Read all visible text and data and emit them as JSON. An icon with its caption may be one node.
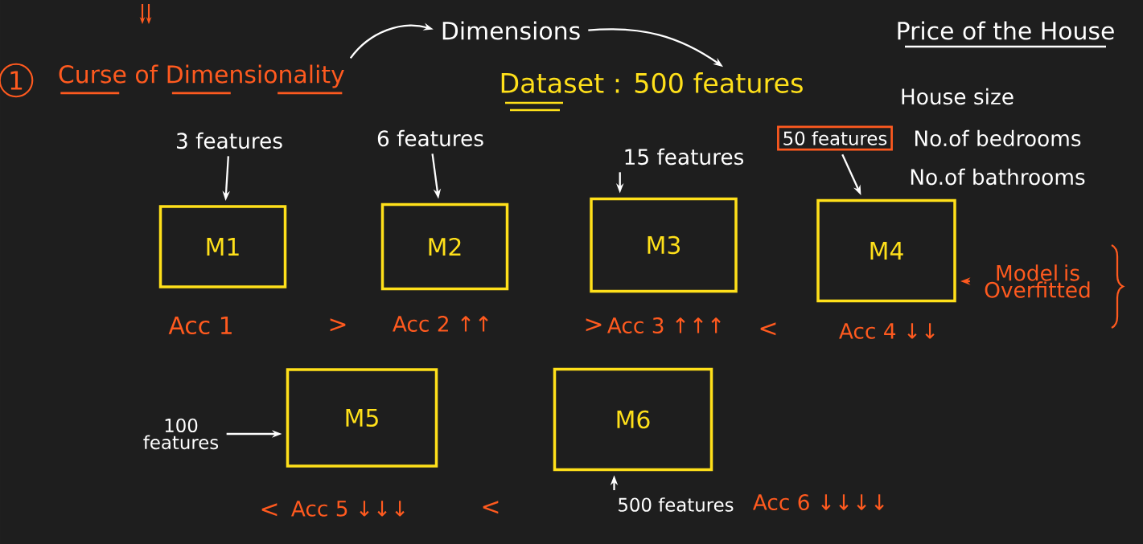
{
  "diagram": {
    "nodes": [
      {
        "text": [
          "1",
          "Curse of Dimensionality"
        ]
      },
      {
        "text": [
          "Dimensions"
        ]
      },
      {
        "text": [
          "Dataset : 500 features"
        ]
      },
      {
        "text": [
          "3 features"
        ]
      },
      {
        "text": [
          "M1"
        ],
        "beside": [
          "Acc 1"
        ]
      },
      {
        "text": [
          "6 features"
        ]
      },
      {
        "text": [
          "M2"
        ],
        "beside": [
          "Acc 2 ↑↑"
        ]
      },
      {
        "text": [
          "15 features"
        ]
      },
      {
        "text": [
          "M3"
        ],
        "beside": [
          "Acc 3 ↑↑↑"
        ]
      },
      {
        "text": [
          "50 features"
        ]
      },
      {
        "text": [
          "M4"
        ],
        "beside": [
          "Acc 4 ↓↓"
        ]
      },
      {
        "text": [
          "Model is Overfitted"
        ]
      },
      {
        "text": [
          "100 features"
        ]
      },
      {
        "text": [
          "M5"
        ],
        "beside": [
          "Acc 5 ↓↓↓"
        ]
      },
      {
        "text": [
          "M6"
        ]
      },
      {
        "text": [
          "500 features"
        ]
      }
    ],
    "edges": [
      {
        "from": 0,
        "to": 1,
        "arrow": "to"
      },
      {
        "from": 1,
        "to": 2,
        "arrow": "to"
      },
      {
        "from": 3,
        "to": 4,
        "arrow": "to"
      },
      {
        "from": 5,
        "to": 6,
        "arrow": "to"
      },
      {
        "from": 7,
        "to": 8,
        "arrow": "to"
      },
      {
        "from": 9,
        "to": 10,
        "arrow": "to"
      },
      {
        "from": 11,
        "to": 10,
        "arrow": "to",
        "color": "#ff5a1f"
      },
      {
        "from": 12,
        "to": 13,
        "arrow": "to"
      },
      {
        "from": 15,
        "to": 14,
        "arrow": "to"
      }
    ],
    "labels": [
      "Price of the House",
      "House size",
      "No.of bedrooms",
      "No.of bathrooms",
      ">",
      ">",
      "<",
      "<",
      "<",
      "Acc 6 ↓↓↓↓"
    ]
  }
}
